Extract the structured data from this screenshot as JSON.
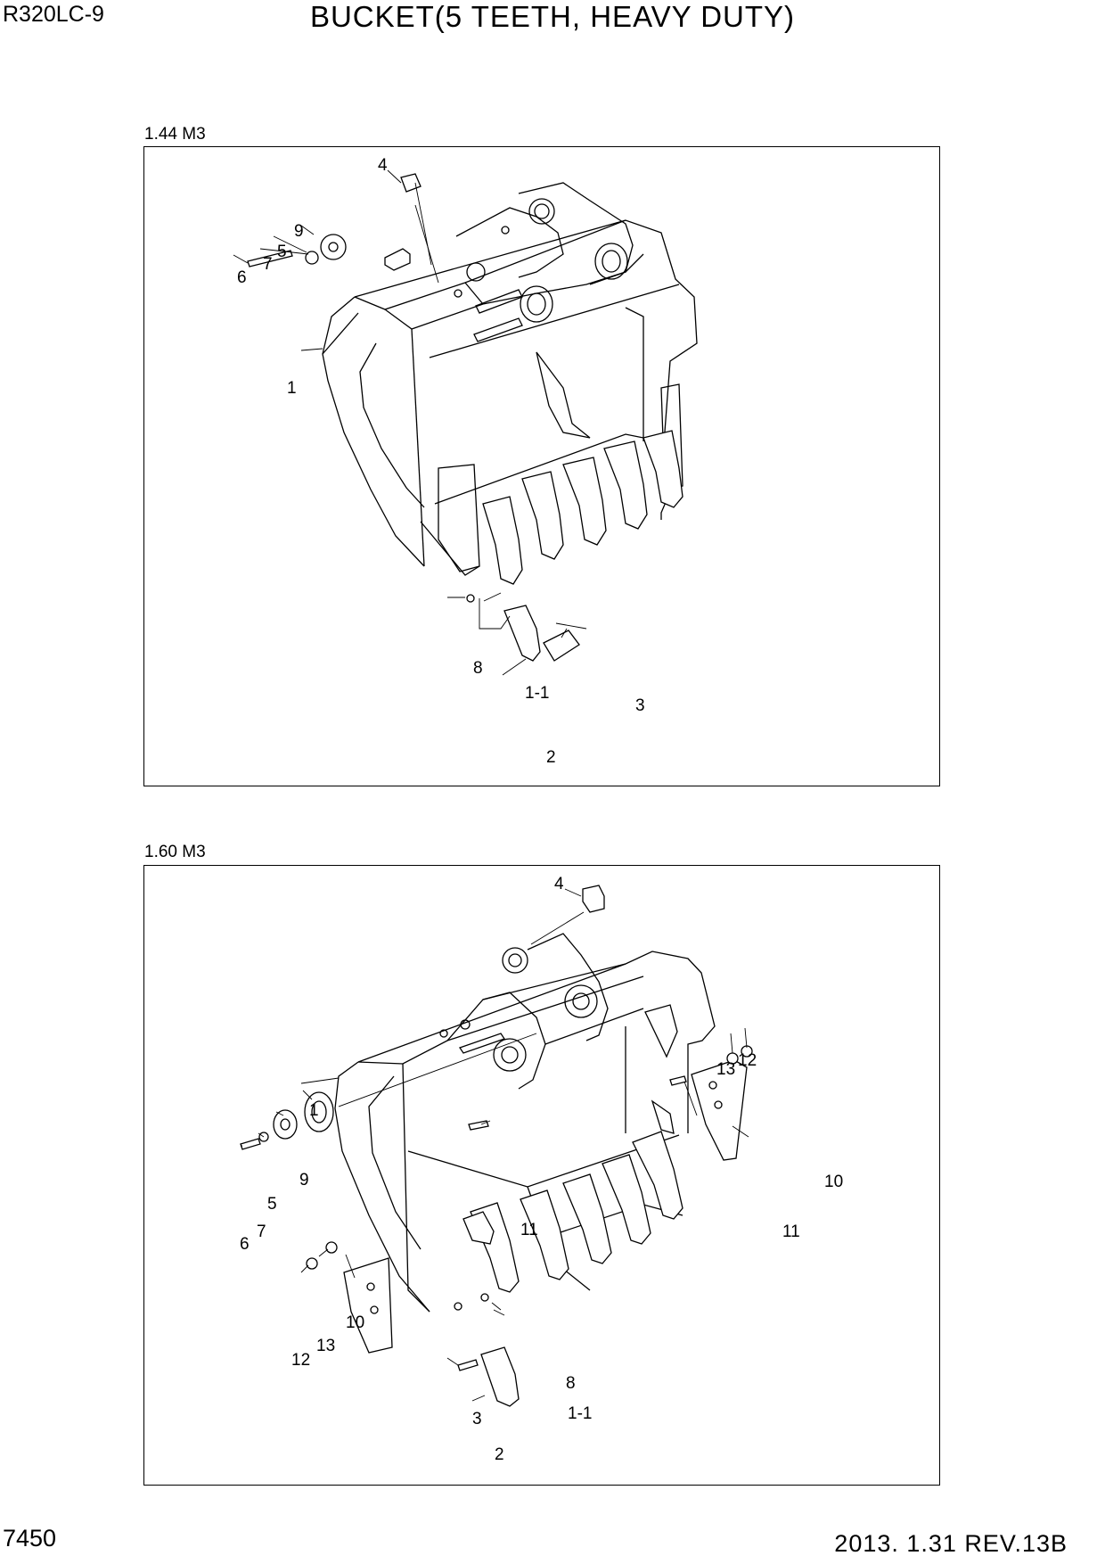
{
  "header": {
    "model": "R320LC-9",
    "title": "BUCKET(5 TEETH, HEAVY DUTY)"
  },
  "diagrams": [
    {
      "size_label": "1.44 M3",
      "callouts": [
        "4",
        "9",
        "5",
        "7",
        "6",
        "1",
        "8",
        "1-1",
        "3",
        "2"
      ]
    },
    {
      "size_label": "1.60 M3",
      "callouts": [
        "4",
        "13",
        "12",
        "1",
        "10",
        "9",
        "5",
        "11",
        "11",
        "7",
        "6",
        "10",
        "13",
        "12",
        "8",
        "3",
        "1-1",
        "2"
      ]
    }
  ],
  "footer": {
    "page": "7450",
    "revision": "2013. 1.31  REV.13B"
  }
}
